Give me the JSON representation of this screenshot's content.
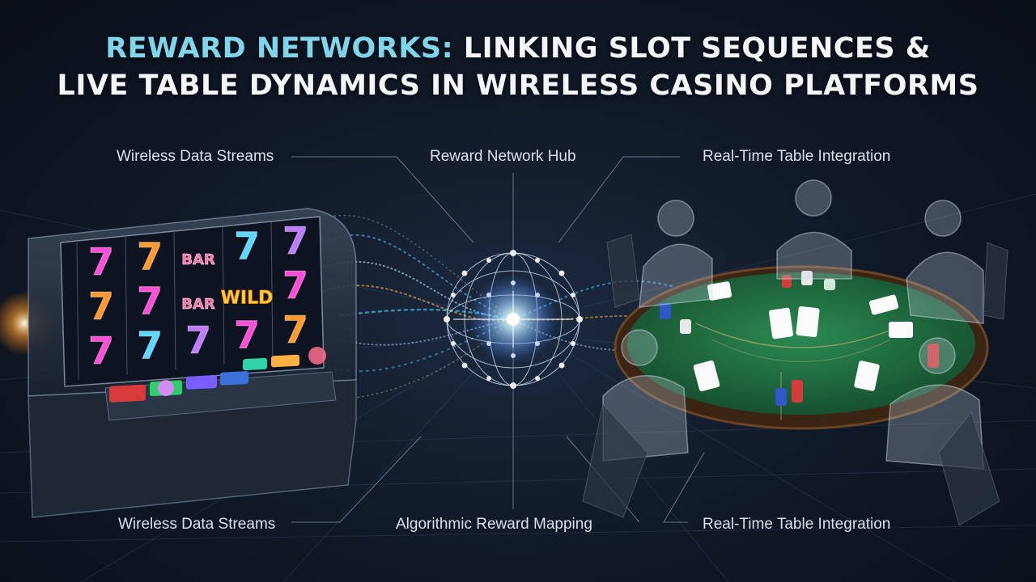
{
  "title": {
    "line1_accent": "REWARD NETWORKS:",
    "line1_rest": " LINKING SLOT SEQUENCES &",
    "line2": "LIVE TABLE DYNAMICS IN WIRELESS CASINO PLATFORMS"
  },
  "labels": {
    "top_left": "Wireless Data Streams",
    "top_center": "Reward Network Hub",
    "top_right": "Real-Time Table Integration",
    "bottom_left": "Wireless Data Streams",
    "bottom_center": "Algorithmic Reward Mapping",
    "bottom_right": "Real-Time Table Integration"
  },
  "slot_machine": {
    "reels": [
      [
        "7",
        "7",
        "7"
      ],
      [
        "7",
        "7",
        "7"
      ],
      [
        "BAR",
        "BAR",
        "7"
      ],
      [
        "7",
        "WILD",
        "7"
      ],
      [
        "7",
        "7",
        "7"
      ]
    ]
  },
  "colors": {
    "accent": "#7fd6ea",
    "felt": "#1f6b3f",
    "hub_glow": "#ffffff",
    "stream_cyan": "#4fd0ff",
    "stream_orange": "#ffb347"
  }
}
